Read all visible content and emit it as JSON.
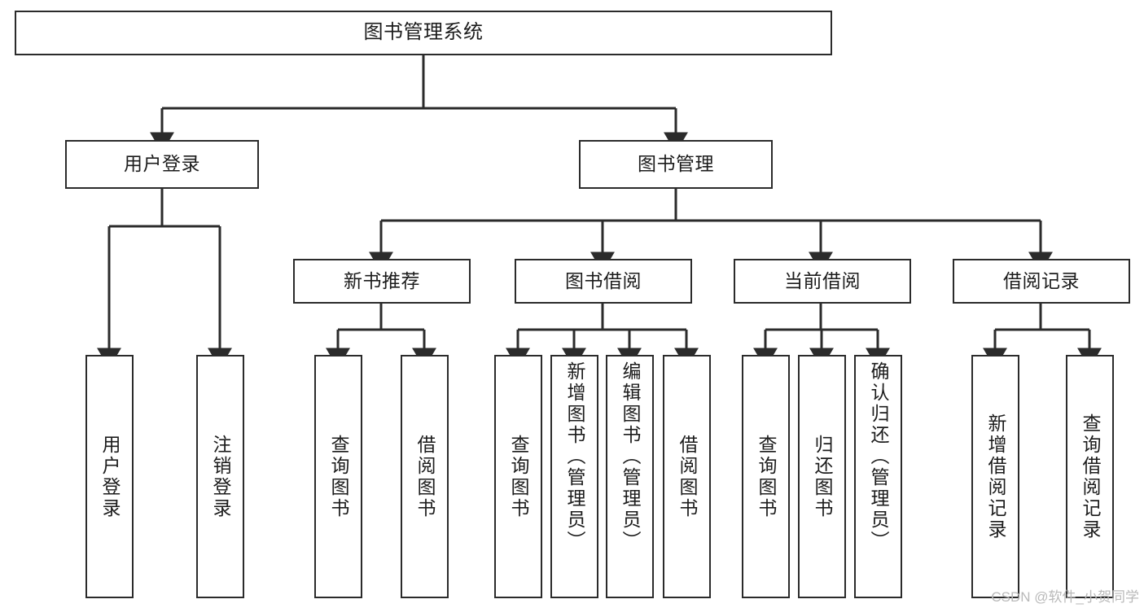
{
  "diagram": {
    "title": "图书管理系统",
    "type": "tree-hierarchy-diagram",
    "watermark": "CSDN @软件_小贺同学",
    "colors": {
      "background": "#ffffff",
      "node_border": "#2b2b2b",
      "node_fill": "#ffffff",
      "edge": "#2b2b2b",
      "text": "#1c1c1c",
      "watermark": "#b9b9b9"
    },
    "nodes": {
      "root": {
        "label": "图书管理系统"
      },
      "level1": [
        {
          "id": "user-login",
          "label": "用户登录"
        },
        {
          "id": "book-manage",
          "label": "图书管理"
        }
      ],
      "level2": [
        {
          "id": "new-book-rec",
          "label": "新书推荐"
        },
        {
          "id": "book-borrow",
          "label": "图书借阅"
        },
        {
          "id": "current-borrow",
          "label": "当前借阅"
        },
        {
          "id": "borrow-record",
          "label": "借阅记录"
        }
      ],
      "leaves": {
        "user_login": [
          {
            "id": "leaf-user-login",
            "label": "用户登录"
          },
          {
            "id": "leaf-logout",
            "label": "注销登录"
          }
        ],
        "new_book_rec": [
          {
            "id": "leaf-query-book-1",
            "label": "查询图书"
          },
          {
            "id": "leaf-borrow-book-1",
            "label": "借阅图书"
          }
        ],
        "book_borrow": [
          {
            "id": "leaf-query-book-2",
            "label": "查询图书"
          },
          {
            "id": "leaf-add-book",
            "label": "新增图书（管理员）"
          },
          {
            "id": "leaf-edit-book",
            "label": "编辑图书（管理员）"
          },
          {
            "id": "leaf-borrow-book-2",
            "label": "借阅图书"
          }
        ],
        "current_borrow": [
          {
            "id": "leaf-query-book-3",
            "label": "查询图书"
          },
          {
            "id": "leaf-return-book",
            "label": "归还图书"
          },
          {
            "id": "leaf-confirm-return",
            "label": "确认归还（管理员）"
          }
        ],
        "borrow_record": [
          {
            "id": "leaf-add-record",
            "label": "新增借阅记录"
          },
          {
            "id": "leaf-query-record",
            "label": "查询借阅记录"
          }
        ]
      }
    }
  }
}
